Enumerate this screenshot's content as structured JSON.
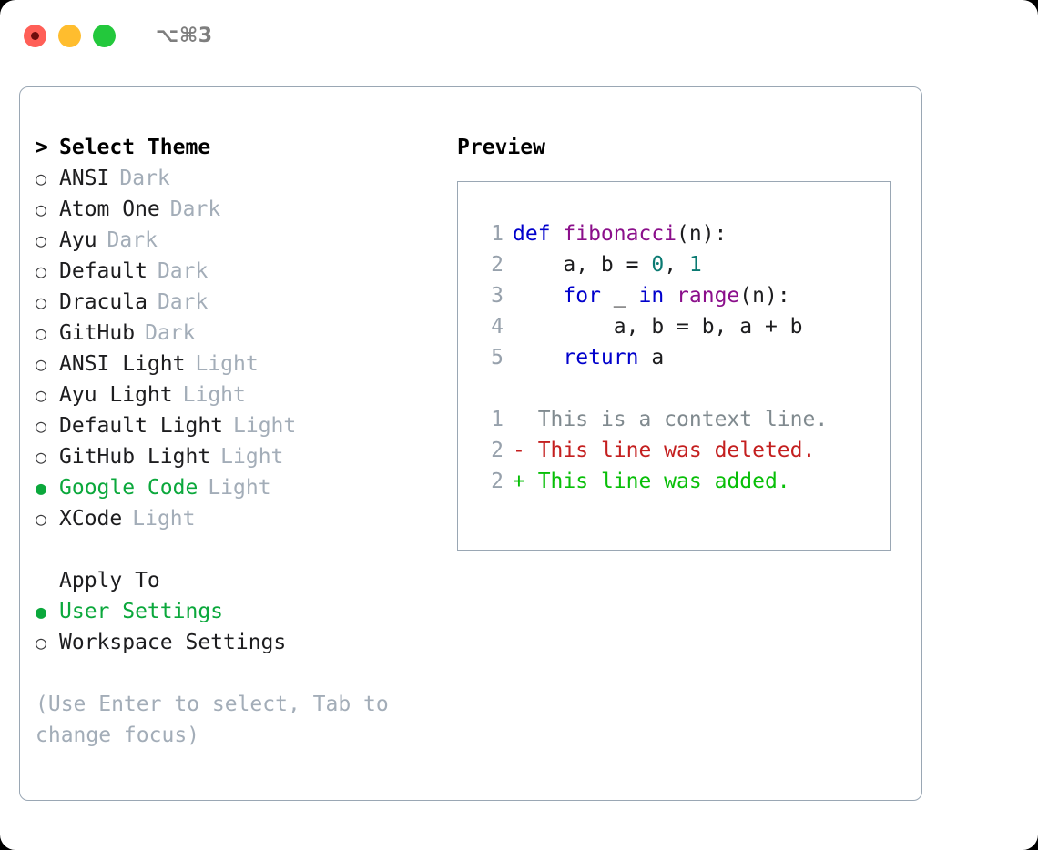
{
  "window": {
    "shortcut_label": "⌥⌘3",
    "traffic_lights": [
      {
        "name": "close",
        "color": "#ff5f57"
      },
      {
        "name": "minimize",
        "color": "#ffbd2e"
      },
      {
        "name": "zoom",
        "color": "#23c83c"
      }
    ]
  },
  "colors": {
    "accent_green": "#0ba83c",
    "muted": "#a3adb8",
    "border": "#9aa7b4",
    "keyword": "#0000cc",
    "function": "#8b0f8b",
    "number": "#0a7a72",
    "diff_deleted": "#c41f1f",
    "diff_added": "#08bf08",
    "diff_context": "#808a8f"
  },
  "theme_picker": {
    "header_marker": ">",
    "header_label": "Select Theme",
    "marker_unselected": "○",
    "marker_selected": "●",
    "items": [
      {
        "name": "ANSI",
        "kind": "Dark",
        "selected": false
      },
      {
        "name": "Atom One",
        "kind": "Dark",
        "selected": false
      },
      {
        "name": "Ayu",
        "kind": "Dark",
        "selected": false
      },
      {
        "name": "Default",
        "kind": "Dark",
        "selected": false
      },
      {
        "name": "Dracula",
        "kind": "Dark",
        "selected": false
      },
      {
        "name": "GitHub",
        "kind": "Dark",
        "selected": false
      },
      {
        "name": "ANSI Light",
        "kind": "Light",
        "selected": false
      },
      {
        "name": "Ayu Light",
        "kind": "Light",
        "selected": false
      },
      {
        "name": "Default Light",
        "kind": "Light",
        "selected": false
      },
      {
        "name": "GitHub Light",
        "kind": "Light",
        "selected": false
      },
      {
        "name": "Google Code",
        "kind": "Light",
        "selected": true
      },
      {
        "name": "XCode",
        "kind": "Light",
        "selected": false
      }
    ]
  },
  "apply_to": {
    "title": "Apply To",
    "options": [
      {
        "label": "User Settings",
        "selected": true
      },
      {
        "label": "Workspace Settings",
        "selected": false
      }
    ]
  },
  "help_text": "(Use Enter to select, Tab to change focus)",
  "preview": {
    "title": "Preview",
    "code_lines": [
      {
        "no": "1",
        "tokens": [
          {
            "t": "def ",
            "c": "kw"
          },
          {
            "t": "fibonacci",
            "c": "fn"
          },
          {
            "t": "(n):",
            "c": "id"
          }
        ]
      },
      {
        "no": "2",
        "tokens": [
          {
            "t": "    a, b = ",
            "c": "id"
          },
          {
            "t": "0",
            "c": "num"
          },
          {
            "t": ", ",
            "c": "id"
          },
          {
            "t": "1",
            "c": "num"
          }
        ]
      },
      {
        "no": "3",
        "tokens": [
          {
            "t": "    ",
            "c": "id"
          },
          {
            "t": "for",
            "c": "kw"
          },
          {
            "t": " _ ",
            "c": "id"
          },
          {
            "t": "in",
            "c": "kw"
          },
          {
            "t": " ",
            "c": "id"
          },
          {
            "t": "range",
            "c": "fn"
          },
          {
            "t": "(n):",
            "c": "id"
          }
        ]
      },
      {
        "no": "4",
        "tokens": [
          {
            "t": "        a, b = b, a + b",
            "c": "id"
          }
        ]
      },
      {
        "no": "5",
        "tokens": [
          {
            "t": "    ",
            "c": "id"
          },
          {
            "t": "return",
            "c": "kw"
          },
          {
            "t": " a",
            "c": "id"
          }
        ]
      }
    ],
    "diff_lines": [
      {
        "no": "1",
        "sign": "  ",
        "text": "This is a context line.",
        "c": "ctx"
      },
      {
        "no": "2",
        "sign": "- ",
        "text": "This line was deleted.",
        "c": "del"
      },
      {
        "no": "2",
        "sign": "+ ",
        "text": "This line was added.",
        "c": "add"
      }
    ]
  }
}
